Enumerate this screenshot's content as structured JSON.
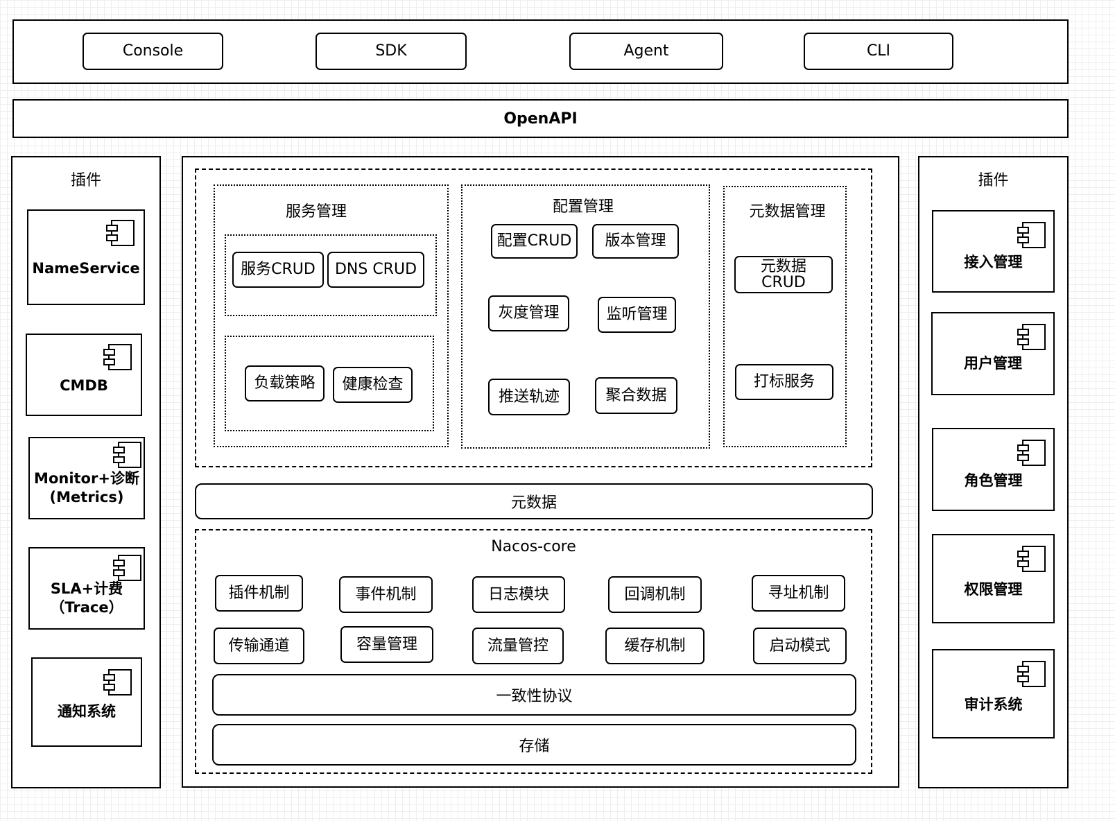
{
  "clients": [
    "Console",
    "SDK",
    "Agent",
    "CLI"
  ],
  "openapi": "OpenAPI",
  "left_panel": {
    "title": "插件",
    "items": [
      "NameService",
      "CMDB",
      "Monitor+诊断\n(Metrics)",
      "SLA+计费\n（Trace）",
      "通知系统"
    ]
  },
  "right_panel": {
    "title": "插件",
    "items": [
      "接入管理",
      "用户管理",
      "角色管理",
      "权限管理",
      "审计系统"
    ]
  },
  "service_mgmt": {
    "title": "服务管理",
    "items": [
      "服务CRUD",
      "DNS CRUD",
      "负载策略",
      "健康检查"
    ]
  },
  "config_mgmt": {
    "title": "配置管理",
    "items": [
      "配置CRUD",
      "版本管理",
      "灰度管理",
      "监听管理",
      "推送轨迹",
      "聚合数据"
    ]
  },
  "metadata_mgmt": {
    "title": "元数据管理",
    "items": [
      "元数据\nCRUD",
      "打标服务"
    ]
  },
  "metadata_bar": "元数据",
  "core": {
    "title": "Nacos-core",
    "modules": [
      "插件机制",
      "事件机制",
      "日志模块",
      "回调机制",
      "寻址机制",
      "传输通道",
      "容量管理",
      "流量管控",
      "缓存机制",
      "启动模式"
    ],
    "consistency": "一致性协议",
    "storage": "存储"
  },
  "icons": {
    "component": "component-icon"
  }
}
